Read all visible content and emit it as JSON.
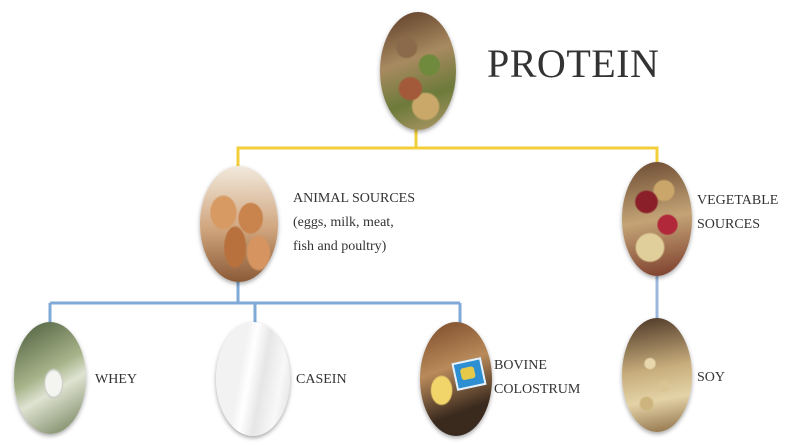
{
  "title": "PROTEIN",
  "animal": {
    "label": "ANIMAL  SOURCES",
    "detail_line1": "(eggs, milk, meat,",
    "detail_line2": "fish and poultry)"
  },
  "vegetable": {
    "label_line1": "VEGETABLE",
    "label_line2": "SOURCES"
  },
  "whey": {
    "label": "WHEY"
  },
  "casein": {
    "label": "CASEIN"
  },
  "colostrum": {
    "label_line1": "BOVINE",
    "label_line2": "COLOSTRUM"
  },
  "soy": {
    "label": "SOY"
  },
  "colors": {
    "top_connector": "#f2cf3a",
    "animal_connector": "#7fa9d6",
    "vegetable_connector": "#9bb7dc"
  }
}
